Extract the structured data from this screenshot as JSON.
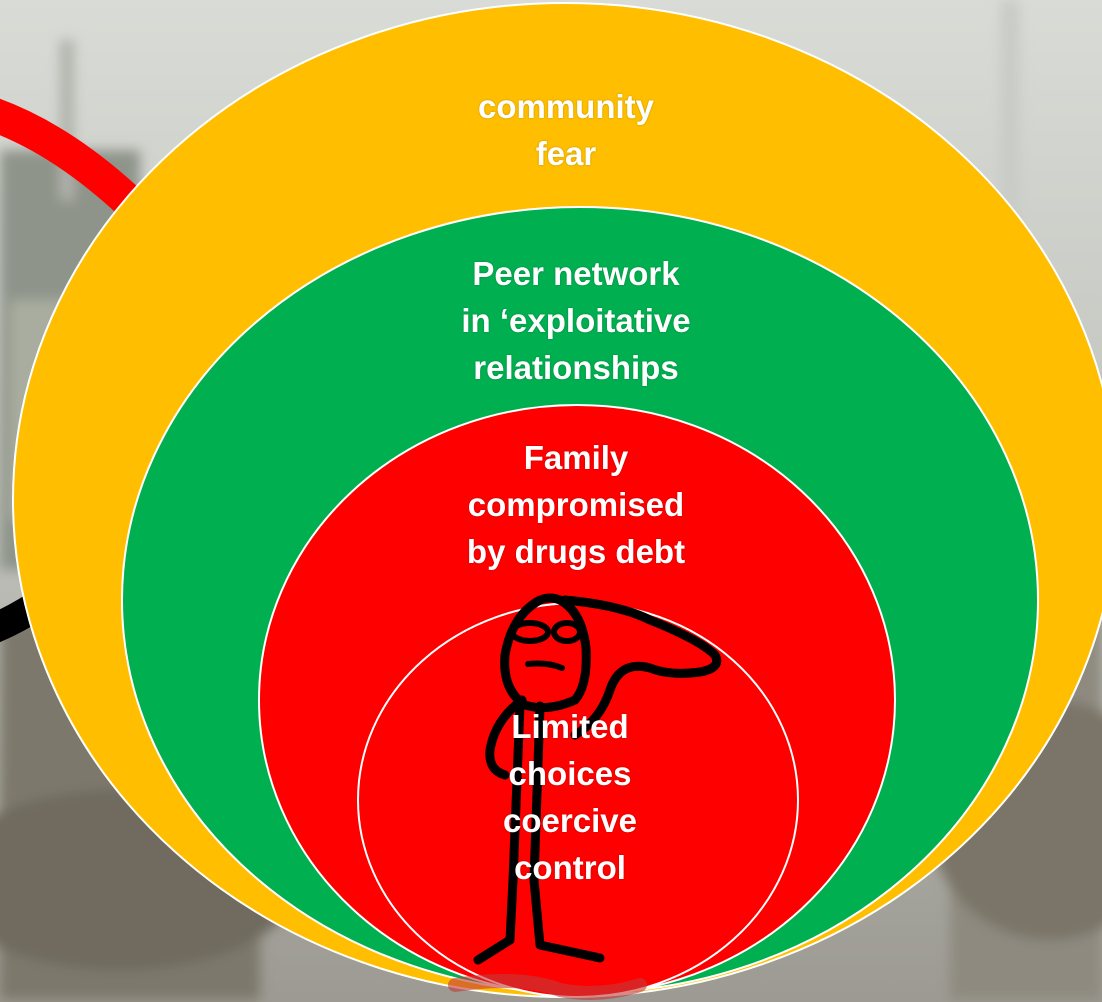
{
  "colors": {
    "community": "#FFBF00",
    "peer": "#00B050",
    "family": "#FF0000",
    "individual": "#FF0000",
    "outline": "#FFFFFF",
    "arc_red": "#FF0000",
    "arc_black": "#000000"
  },
  "diagram": {
    "rings": [
      {
        "id": "community",
        "lines": [
          "community",
          "fear"
        ]
      },
      {
        "id": "peer",
        "lines": [
          "Peer network",
          "in ‘exploitative",
          "relationships"
        ]
      },
      {
        "id": "family",
        "lines": [
          "Family",
          "compromised",
          "by drugs debt"
        ]
      },
      {
        "id": "individual",
        "lines": [
          "Limited",
          "choices",
          "coercive",
          "control"
        ]
      }
    ]
  },
  "figure": {
    "name": "stressed-stick-figure"
  }
}
